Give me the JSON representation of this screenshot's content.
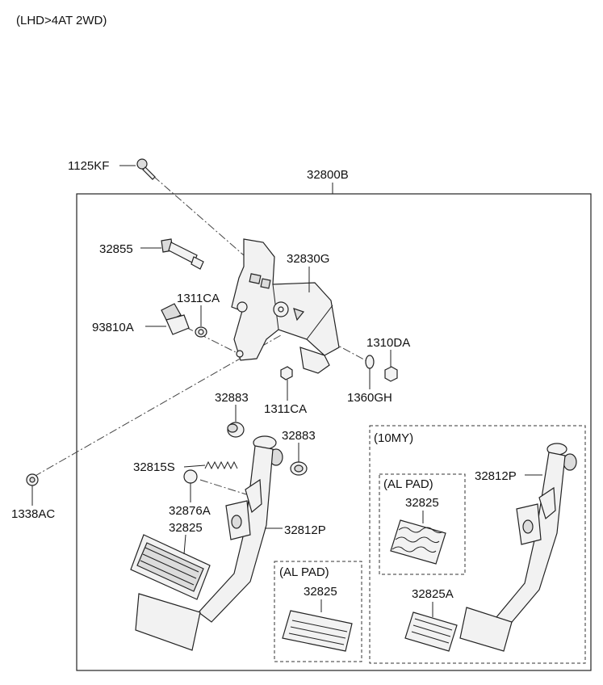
{
  "header": {
    "note": "(LHD>4AT 2WD)"
  },
  "assembly": {
    "part_no": "32800B"
  },
  "callouts": {
    "bolt_top": "1125KF",
    "pivot_bolt": "32855",
    "bracket": "32830G",
    "nut_left": "1311CA",
    "switch": "93810A",
    "nut_bottom": "1311CA",
    "nut_right": "1310DA",
    "washer_right": "1360GH",
    "bushing_upper": "32883",
    "bushing_lower": "32883",
    "spring": "32815S",
    "stopper": "32876A",
    "pad_main": "32825",
    "pedal_arm": "32812P",
    "clip": "1338AC",
    "al_pad_label_1": "(AL PAD)",
    "al_pad_part_1": "32825",
    "variant_label": "(10MY)",
    "al_pad_label_2": "(AL PAD)",
    "al_pad_part_2": "32825",
    "pedal_arm_10my": "32812P",
    "pad_10my": "32825A"
  }
}
